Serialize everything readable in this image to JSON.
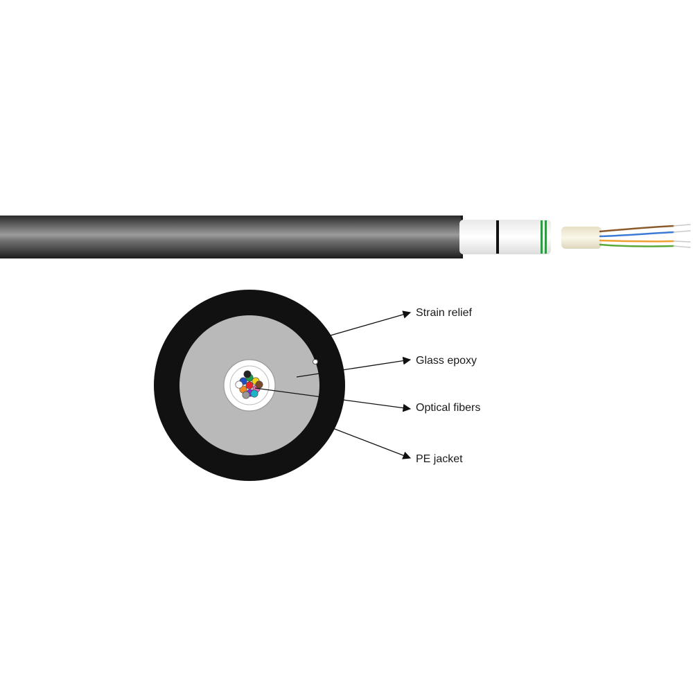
{
  "labels": {
    "strain_relief": "Strain relief",
    "glass_epoxy": "Glass epoxy",
    "optical_fibers": "Optical fibers",
    "pe_jacket": "PE jacket"
  },
  "colors": {
    "jacket": "#111111",
    "epoxy": "#b9b9b9",
    "tube": "#ffffff",
    "gel": "#f2ecd8",
    "marker_green": "#2e9a43",
    "fiber_brown": "#8b5a2b",
    "fiber_blue": "#3a7bd5",
    "fiber_orange": "#f0a030",
    "fiber_green": "#5aa83a"
  },
  "fiber_colors": [
    "#e8262a",
    "#1f4fc0",
    "#1aa04a",
    "#f3d21a",
    "#e46db5",
    "#8a2be2",
    "#f08a24",
    "#ffffff",
    "#7a4a2a",
    "#9a9a9a",
    "#1bb5c9",
    "#222222"
  ]
}
